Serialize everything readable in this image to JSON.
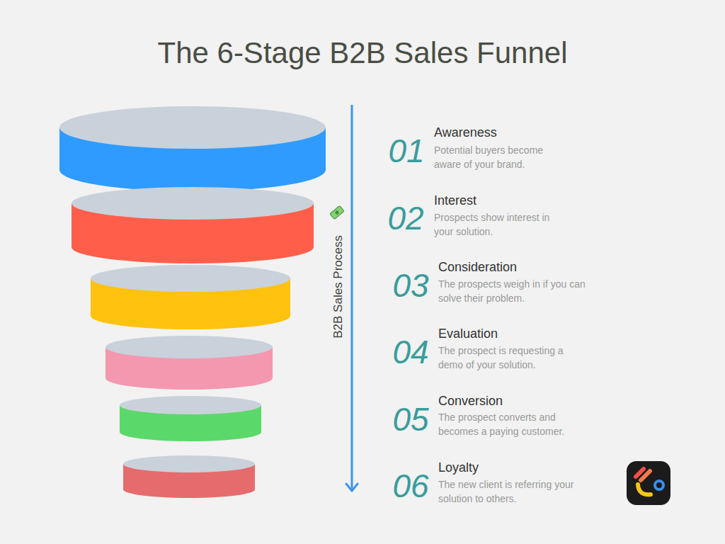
{
  "diagram": {
    "title": "The 6-Stage B2B Sales Funnel",
    "labels": [
      "B2B Sales Process",
      "01",
      "Awareness",
      "Potential buyers become aware of your brand.",
      "02",
      "Interest",
      "Prospects show interest in your solution.",
      "03",
      "Consideration",
      "The prospects weigh in if you can solve their problem.",
      "04",
      "Evaluation",
      "The prospect is requesting a demo of your solution.",
      "05",
      "Conversion",
      "The prospect converts and becomes a paying customer.",
      "06",
      "Loyalty",
      "The new client is referring your solution to others."
    ]
  }
}
